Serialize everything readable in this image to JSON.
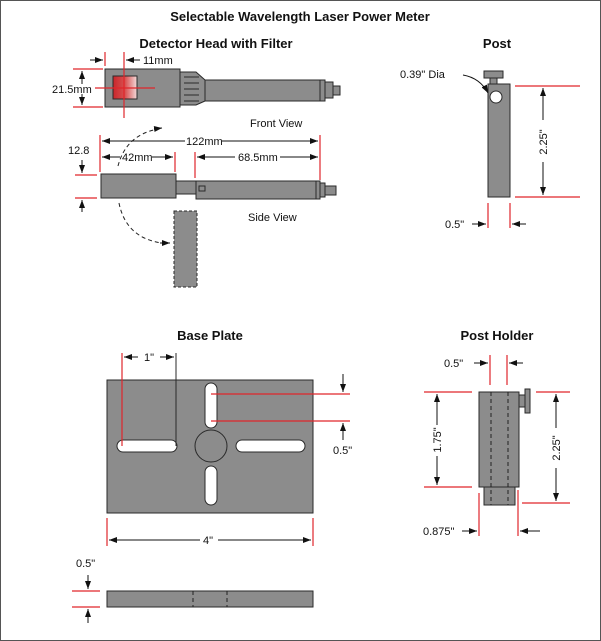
{
  "title": "Selectable Wavelength Laser Power Meter",
  "detector": {
    "heading": "Detector Head with Filter",
    "front_view": "Front View",
    "side_view": "Side View",
    "dim_height": "21.5mm",
    "dim_filter": "11mm",
    "dim_total": "122mm",
    "dim_head": "42mm",
    "dim_tube": "68.5mm",
    "dim_thickness": "12.8"
  },
  "post": {
    "heading": "Post",
    "dim_dia": "0.39\" Dia",
    "dim_length": "2.25\"",
    "dim_width": "0.5\""
  },
  "base_plate": {
    "heading": "Base Plate",
    "dim_slot_spacing": "1\"",
    "dim_slot_width": "0.5\"",
    "dim_length": "4\"",
    "dim_thickness": "0.5\""
  },
  "post_holder": {
    "heading": "Post Holder",
    "dim_bore": "0.5\"",
    "dim_body": "1.75\"",
    "dim_total": "2.25\"",
    "dim_base": "0.875\""
  },
  "colors": {
    "part": "#8c8c8c",
    "dimension_line": "#e0262b"
  }
}
